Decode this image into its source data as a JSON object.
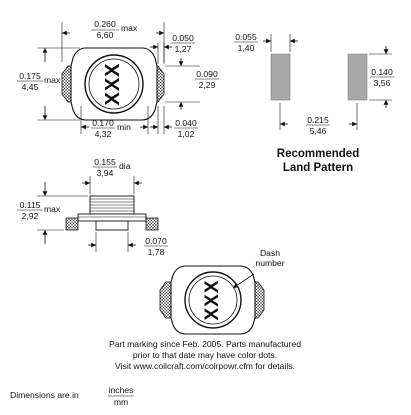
{
  "top_view": {
    "length": {
      "in": "0.260",
      "mm": "6,60",
      "qualifier": "max"
    },
    "width": {
      "in": "0.175",
      "mm": "4,45",
      "qualifier": "max"
    },
    "body_width": {
      "in": "0.170",
      "mm": "4,32",
      "qualifier": "min"
    },
    "terminal_width": {
      "in": "0.050",
      "mm": "1,27"
    },
    "terminal_height": {
      "in": "0.090",
      "mm": "2,29"
    },
    "terminal_length": {
      "in": "0.040",
      "mm": "1,02"
    },
    "marking": "XXX"
  },
  "land_pattern": {
    "pad_width": {
      "in": "0.055",
      "mm": "1,40"
    },
    "pad_height": {
      "in": "0.140",
      "mm": "3,56"
    },
    "pad_spacing": {
      "in": "0.215",
      "mm": "5,46"
    },
    "title_line1": "Recommended",
    "title_line2": "Land Pattern"
  },
  "side_view": {
    "diameter": {
      "in": "0.155",
      "mm": "3,94",
      "qualifier": "dia"
    },
    "height": {
      "in": "0.115",
      "mm": "2,92",
      "qualifier": "max"
    },
    "pad_offset": {
      "in": "0.070",
      "mm": "1,78"
    }
  },
  "marking_view": {
    "dash_label_line1": "Dash",
    "dash_label_line2": "number",
    "marking": "XXX"
  },
  "notes": {
    "line1": "Part marking since Feb. 2005. Parts manufactured",
    "line2": "prior to that date may have color dots.",
    "line3": "Visit www.coilcraft.com/colrpowr.cfm for details."
  },
  "units": {
    "prefix": "Dimensions are in",
    "numerator": "inches",
    "denominator": "mm"
  }
}
